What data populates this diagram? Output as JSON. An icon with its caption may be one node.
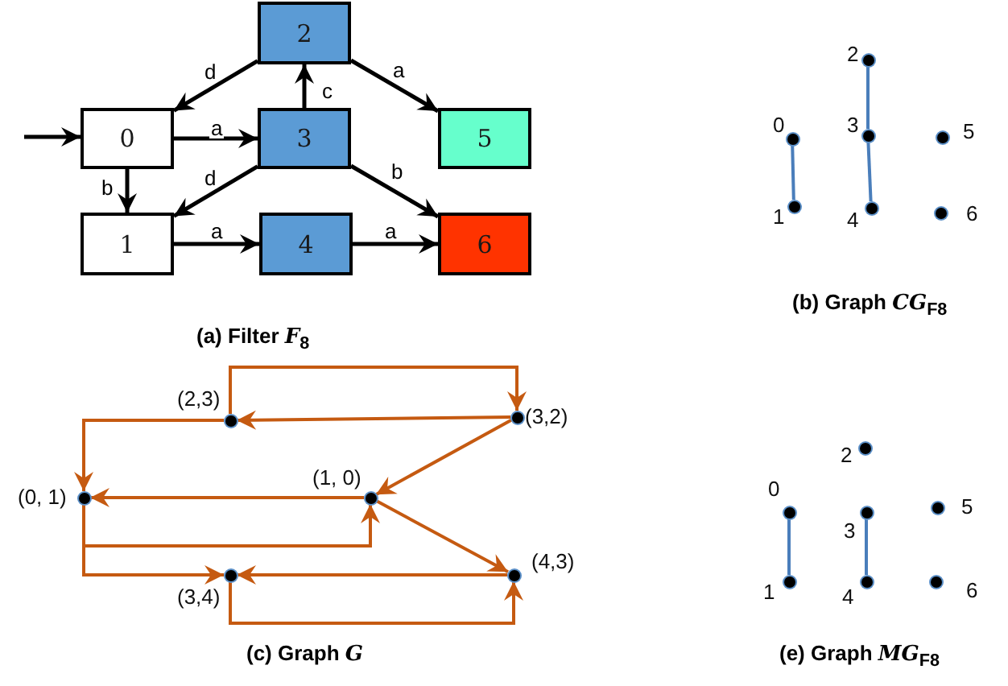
{
  "diagram": {
    "nodes": [
      {
        "text": [
          "0"
        ]
      },
      {
        "text": [
          "1"
        ]
      },
      {
        "text": [
          "2"
        ]
      },
      {
        "text": [
          "3"
        ]
      },
      {
        "text": [
          "4"
        ]
      },
      {
        "text": [
          "5"
        ]
      },
      {
        "text": [
          "6"
        ]
      },
      {
        "text": [],
        "shape": "circle",
        "beside": [
          "0"
        ]
      },
      {
        "text": [],
        "shape": "circle",
        "beside": [
          "1"
        ]
      },
      {
        "text": [],
        "shape": "circle",
        "beside": [
          "2"
        ]
      },
      {
        "text": [],
        "shape": "circle",
        "beside": [
          "3"
        ]
      },
      {
        "text": [],
        "shape": "circle",
        "beside": [
          "4"
        ]
      },
      {
        "text": [],
        "shape": "circle",
        "beside": [
          "5"
        ]
      },
      {
        "text": [],
        "shape": "circle",
        "beside": [
          "6"
        ]
      },
      {
        "text": [],
        "shape": "circle",
        "beside": [
          "(2,3)"
        ]
      },
      {
        "text": [],
        "shape": "circle",
        "beside": [
          "(3,2)"
        ]
      },
      {
        "text": [],
        "shape": "circle",
        "beside": [
          "(0, 1)"
        ]
      },
      {
        "text": [],
        "shape": "circle",
        "beside": [
          "(1, 0)"
        ]
      },
      {
        "text": [],
        "shape": "circle",
        "beside": [
          "(3,4)"
        ]
      },
      {
        "text": [],
        "shape": "circle",
        "beside": [
          "(4,3)"
        ]
      },
      {
        "text": [],
        "shape": "circle",
        "beside": [
          "0"
        ]
      },
      {
        "text": [],
        "shape": "circle",
        "beside": [
          "1"
        ]
      },
      {
        "text": [],
        "shape": "circle",
        "beside": [
          "2"
        ]
      },
      {
        "text": [],
        "shape": "circle",
        "beside": [
          "3"
        ]
      },
      {
        "text": [],
        "shape": "circle",
        "beside": [
          "4"
        ]
      },
      {
        "text": [],
        "shape": "circle",
        "beside": [
          "5"
        ]
      },
      {
        "text": [],
        "shape": "circle",
        "beside": [
          "6"
        ]
      }
    ],
    "edges": [
      {
        "from": null,
        "to": 0,
        "arrow": "to"
      },
      {
        "from": 0,
        "to": 3,
        "arrow": "to",
        "label": "a"
      },
      {
        "from": 0,
        "to": 1,
        "arrow": "to",
        "label": "b"
      },
      {
        "from": 3,
        "to": 2,
        "arrow": "to",
        "label": "c"
      },
      {
        "from": 2,
        "to": 0,
        "arrow": "to",
        "label": "d"
      },
      {
        "from": 2,
        "to": 5,
        "arrow": "to",
        "label": "a"
      },
      {
        "from": 3,
        "to": 1,
        "arrow": "to",
        "label": "d"
      },
      {
        "from": 3,
        "to": 6,
        "arrow": "to",
        "label": "b"
      },
      {
        "from": 1,
        "to": 4,
        "arrow": "to",
        "label": "a"
      },
      {
        "from": 4,
        "to": 6,
        "arrow": "to",
        "label": "a"
      },
      {
        "from": 7,
        "to": 8,
        "arrow": "none",
        "color": "#4a7ebb"
      },
      {
        "from": 9,
        "to": 10,
        "arrow": "none",
        "color": "#4a7ebb"
      },
      {
        "from": 10,
        "to": 11,
        "arrow": "none",
        "color": "#4a7ebb"
      },
      {
        "from": 14,
        "to": 15,
        "arrow": "to",
        "color": "#c55a11"
      },
      {
        "from": 15,
        "to": 14,
        "arrow": "to",
        "color": "#c55a11"
      },
      {
        "from": 14,
        "to": 16,
        "arrow": "to",
        "color": "#c55a11"
      },
      {
        "from": 15,
        "to": 17,
        "arrow": "to",
        "color": "#c55a11"
      },
      {
        "from": 17,
        "to": 16,
        "arrow": "to",
        "color": "#c55a11"
      },
      {
        "from": 16,
        "to": 17,
        "arrow": "to",
        "color": "#c55a11"
      },
      {
        "from": 16,
        "to": 18,
        "arrow": "to",
        "color": "#c55a11"
      },
      {
        "from": 17,
        "to": 19,
        "arrow": "to",
        "color": "#c55a11"
      },
      {
        "from": 19,
        "to": 18,
        "arrow": "to",
        "color": "#c55a11"
      },
      {
        "from": 18,
        "to": 19,
        "arrow": "to",
        "color": "#c55a11"
      },
      {
        "from": 20,
        "to": 21,
        "arrow": "none",
        "color": "#4a7ebb"
      },
      {
        "from": 23,
        "to": 24,
        "arrow": "none",
        "color": "#4a7ebb"
      }
    ],
    "labels": [
      "(a) Filter *F*$_{8}$",
      "(b) Graph *CG*$_{F8}$",
      "(c) Graph *G*",
      "(e) Graph *MG*$_{F8}$"
    ]
  }
}
